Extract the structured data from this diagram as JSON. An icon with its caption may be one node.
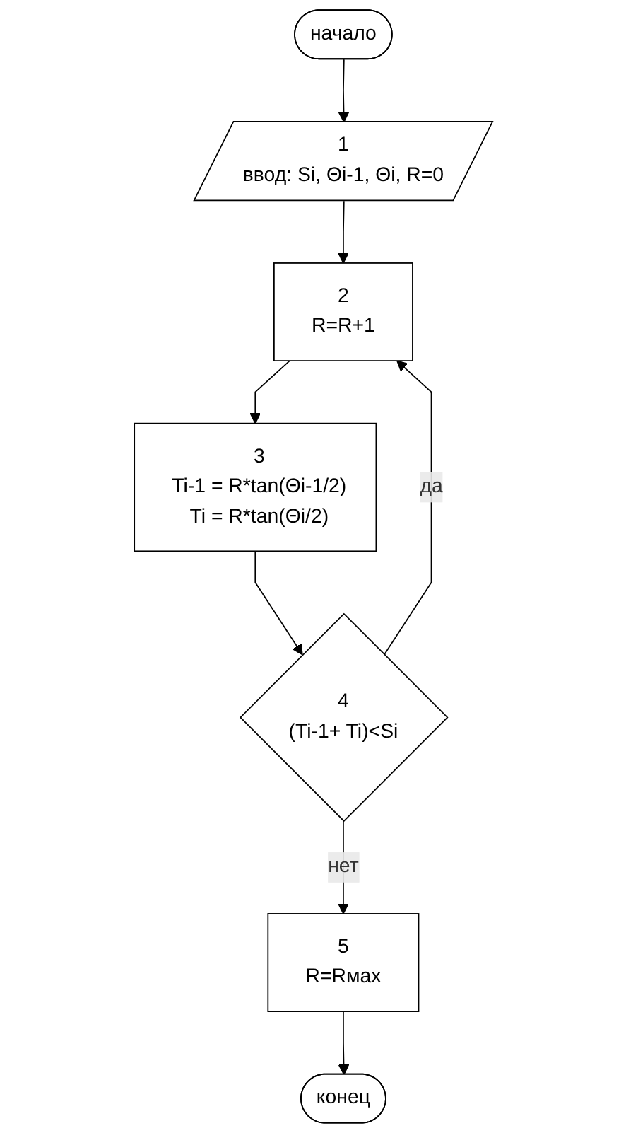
{
  "diagram": {
    "nodes": [
      {
        "text": [
          "начало"
        ]
      },
      {
        "text": [
          "1",
          "ввод: Si, Θi-1, Θi, R=0"
        ]
      },
      {
        "text": [
          "2",
          "R=R+1"
        ]
      },
      {
        "text": [
          "3",
          "Ti-1 = R*tan(Θi-1/2)",
          "Ti = R*tan(Θi/2)"
        ]
      },
      {
        "text": [
          "4",
          "(Ti-1+ Ti)<Si"
        ]
      },
      {
        "text": [
          "5",
          "R=Rмах"
        ]
      },
      {
        "text": [
          "конец"
        ]
      }
    ],
    "edges": [
      {
        "from": 0,
        "to": 1,
        "arrow": "to"
      },
      {
        "from": 1,
        "to": 2,
        "arrow": "to"
      },
      {
        "from": 2,
        "to": 3,
        "arrow": "to"
      },
      {
        "from": 3,
        "to": 4,
        "arrow": "to"
      },
      {
        "from": 4,
        "to": 2,
        "label": "да",
        "arrow": "to"
      },
      {
        "from": 4,
        "to": 5,
        "label": "нет",
        "arrow": "to"
      },
      {
        "from": 5,
        "to": 6,
        "arrow": "to"
      }
    ]
  }
}
